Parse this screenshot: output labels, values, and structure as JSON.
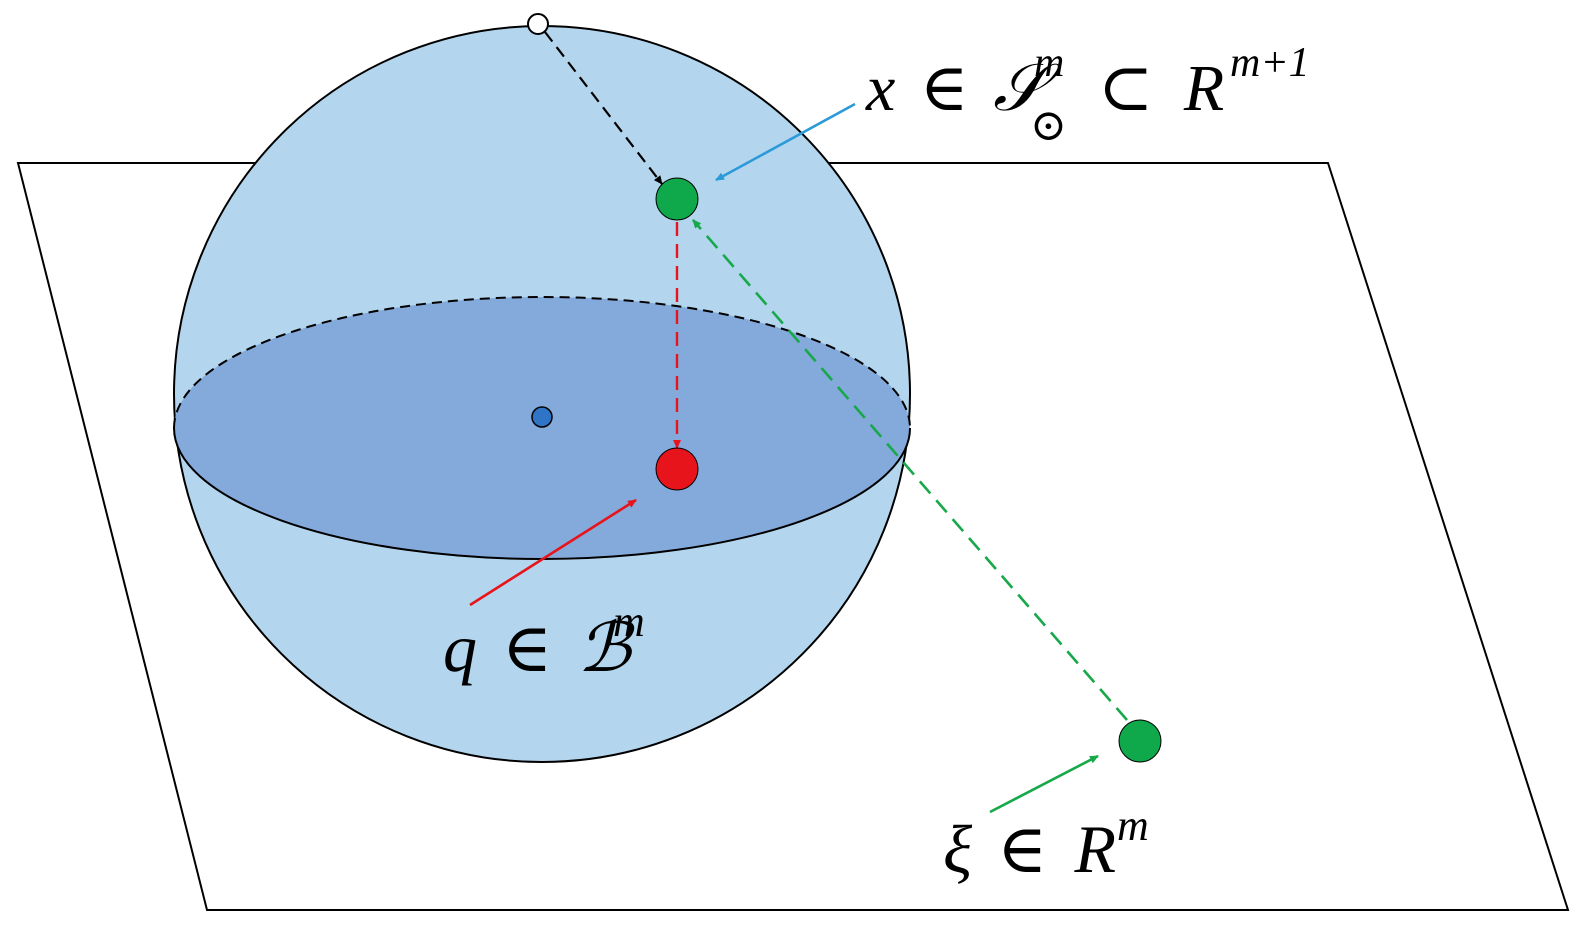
{
  "labels": {
    "x_label": {
      "var": "x",
      "rel": "∈",
      "set": "𝒮",
      "sup": "m",
      "sub": "⊙",
      "rel2": "⊂",
      "space": "R",
      "space_sup": "m+1"
    },
    "q_label": {
      "var": "q",
      "rel": "∈",
      "set": "ℬ",
      "sup": "m"
    },
    "xi_label": {
      "var": "ξ",
      "rel": "∈",
      "space": "R",
      "sup": "m"
    }
  },
  "colors": {
    "sphere_fill": "#b3d6ee",
    "disk_fill": "#84a9db",
    "green_point": "#0fa84a",
    "red_point": "#e8141c",
    "center_point": "#2f74c6",
    "blue_arrow": "#2b9ad8",
    "red_arrow": "#e8141c",
    "green_arrow": "#17a84a"
  }
}
